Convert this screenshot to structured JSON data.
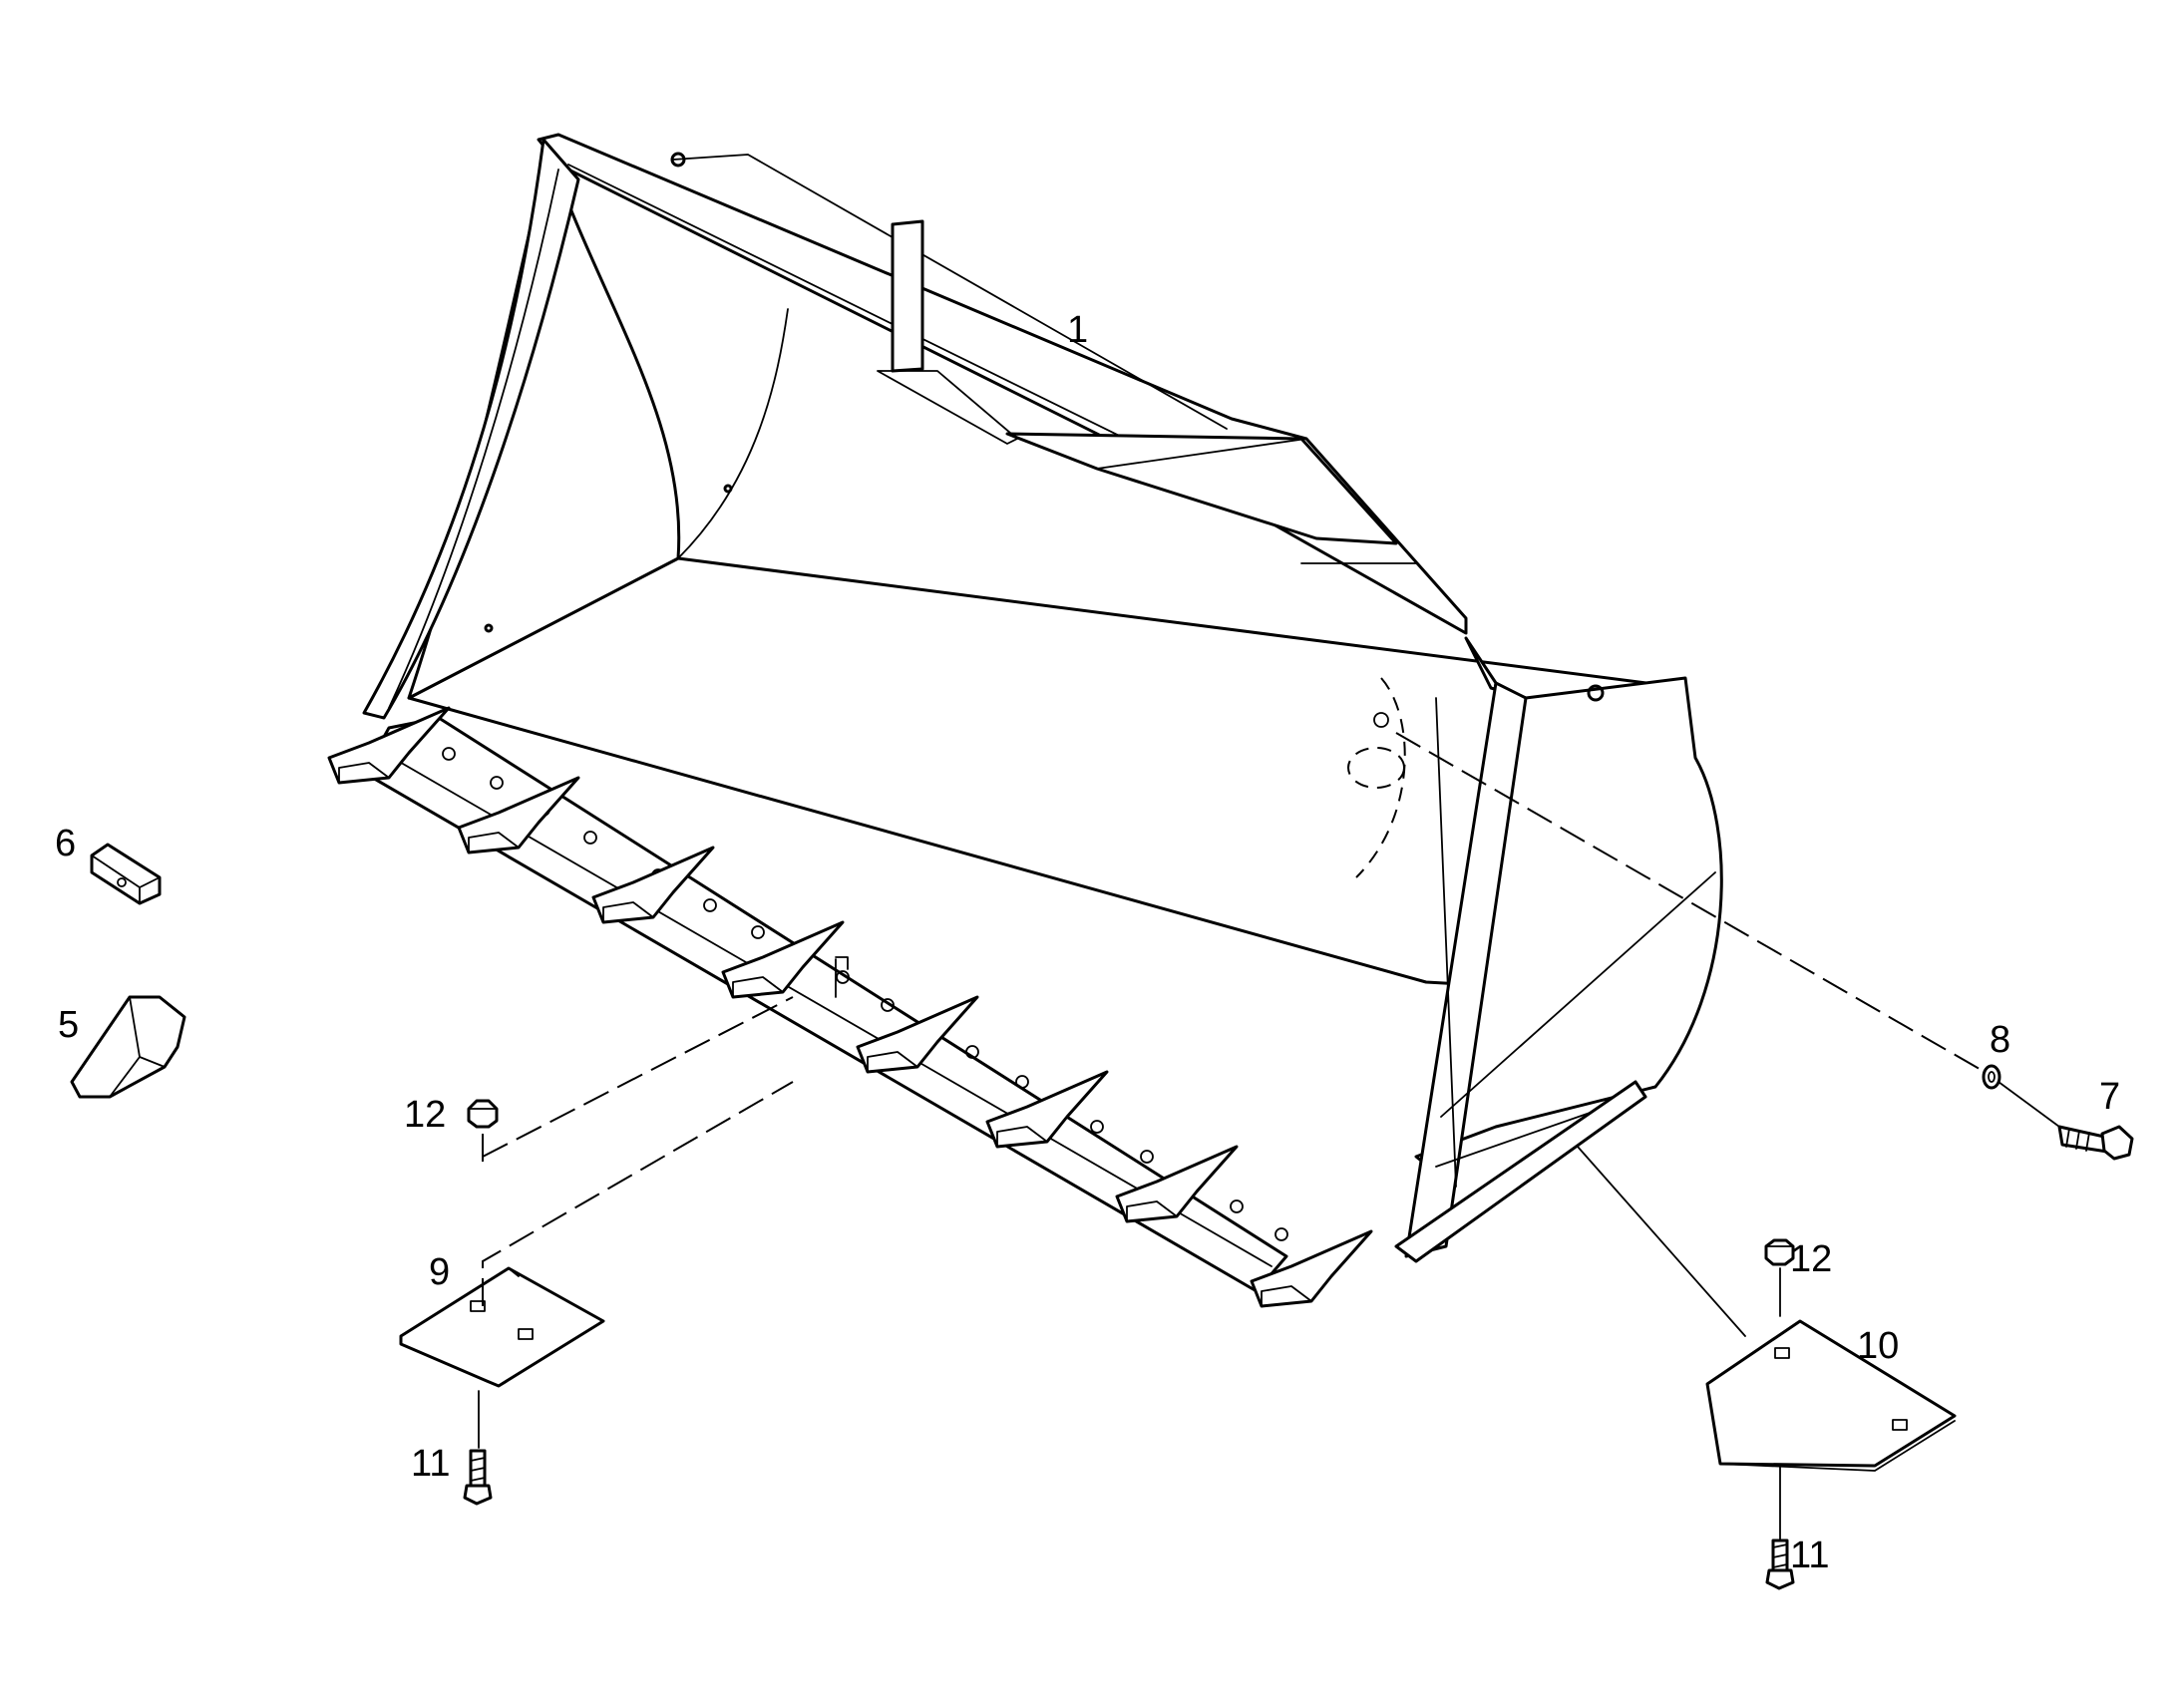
{
  "diagram": {
    "parts": [
      {
        "id": "bucket",
        "callout": "1"
      },
      {
        "id": "tooth-tip",
        "callout": "5"
      },
      {
        "id": "tooth-pin",
        "callout": "6"
      },
      {
        "id": "bolt-side",
        "callout": "7"
      },
      {
        "id": "washer",
        "callout": "8"
      },
      {
        "id": "wear-plate-left",
        "callout": "9"
      },
      {
        "id": "wear-plate-right",
        "callout": "10"
      },
      {
        "id": "bolt-left",
        "callout": "11"
      },
      {
        "id": "bolt-right",
        "callout": "11"
      },
      {
        "id": "nut-left",
        "callout": "12"
      },
      {
        "id": "nut-right",
        "callout": "12"
      }
    ],
    "colors": {
      "line": "#000000",
      "background": "#ffffff"
    }
  }
}
